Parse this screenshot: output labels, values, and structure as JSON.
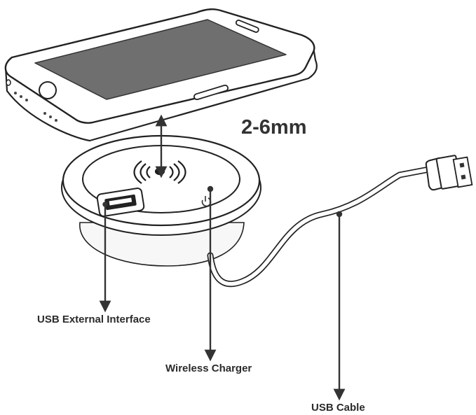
{
  "labels": {
    "gap_distance": "2-6mm",
    "usb_external_interface": "USB External Interface",
    "wireless_charger": "Wireless Charger",
    "usb_cable": "USB Cable"
  },
  "colors": {
    "line": "#222222",
    "screen": "#6f6f6f",
    "arrow": "#333333",
    "text": "#2b2b2b"
  },
  "icons": {
    "wireless": "wireless-charging-icon",
    "power": "power-icon"
  }
}
